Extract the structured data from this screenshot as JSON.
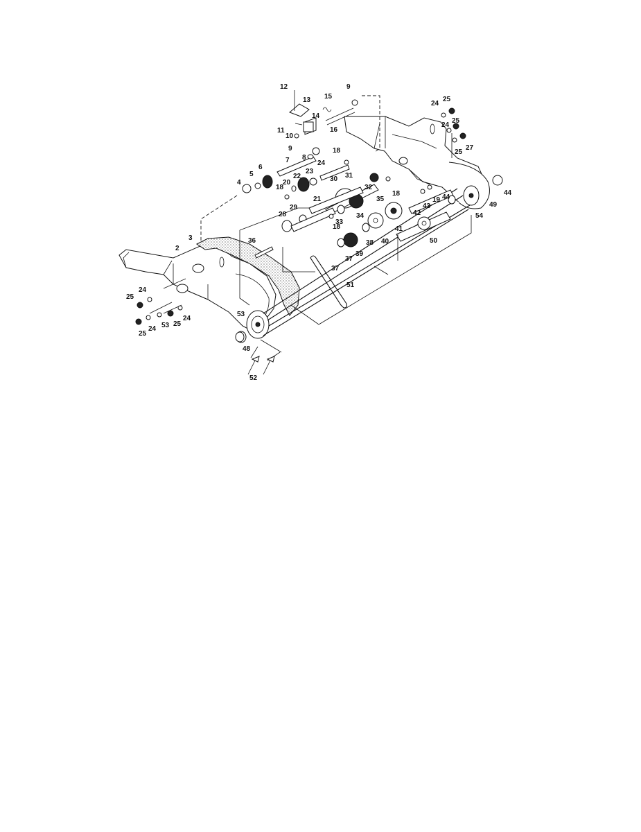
{
  "callouts": [
    "2",
    "3",
    "4",
    "5",
    "6",
    "7",
    "8",
    "9",
    "9",
    "10",
    "11",
    "12",
    "13",
    "14",
    "15",
    "16",
    "18",
    "18",
    "18",
    "18",
    "19",
    "20",
    "21",
    "22",
    "23",
    "24",
    "24",
    "24",
    "24",
    "24",
    "24",
    "25",
    "25",
    "25",
    "25",
    "25",
    "25",
    "27",
    "28",
    "29",
    "30",
    "31",
    "32",
    "33",
    "34",
    "35",
    "36",
    "37",
    "37",
    "38",
    "39",
    "40",
    "41",
    "42",
    "43",
    "44",
    "44",
    "48",
    "49",
    "50",
    "51",
    "52",
    "53",
    "53",
    "54"
  ]
}
